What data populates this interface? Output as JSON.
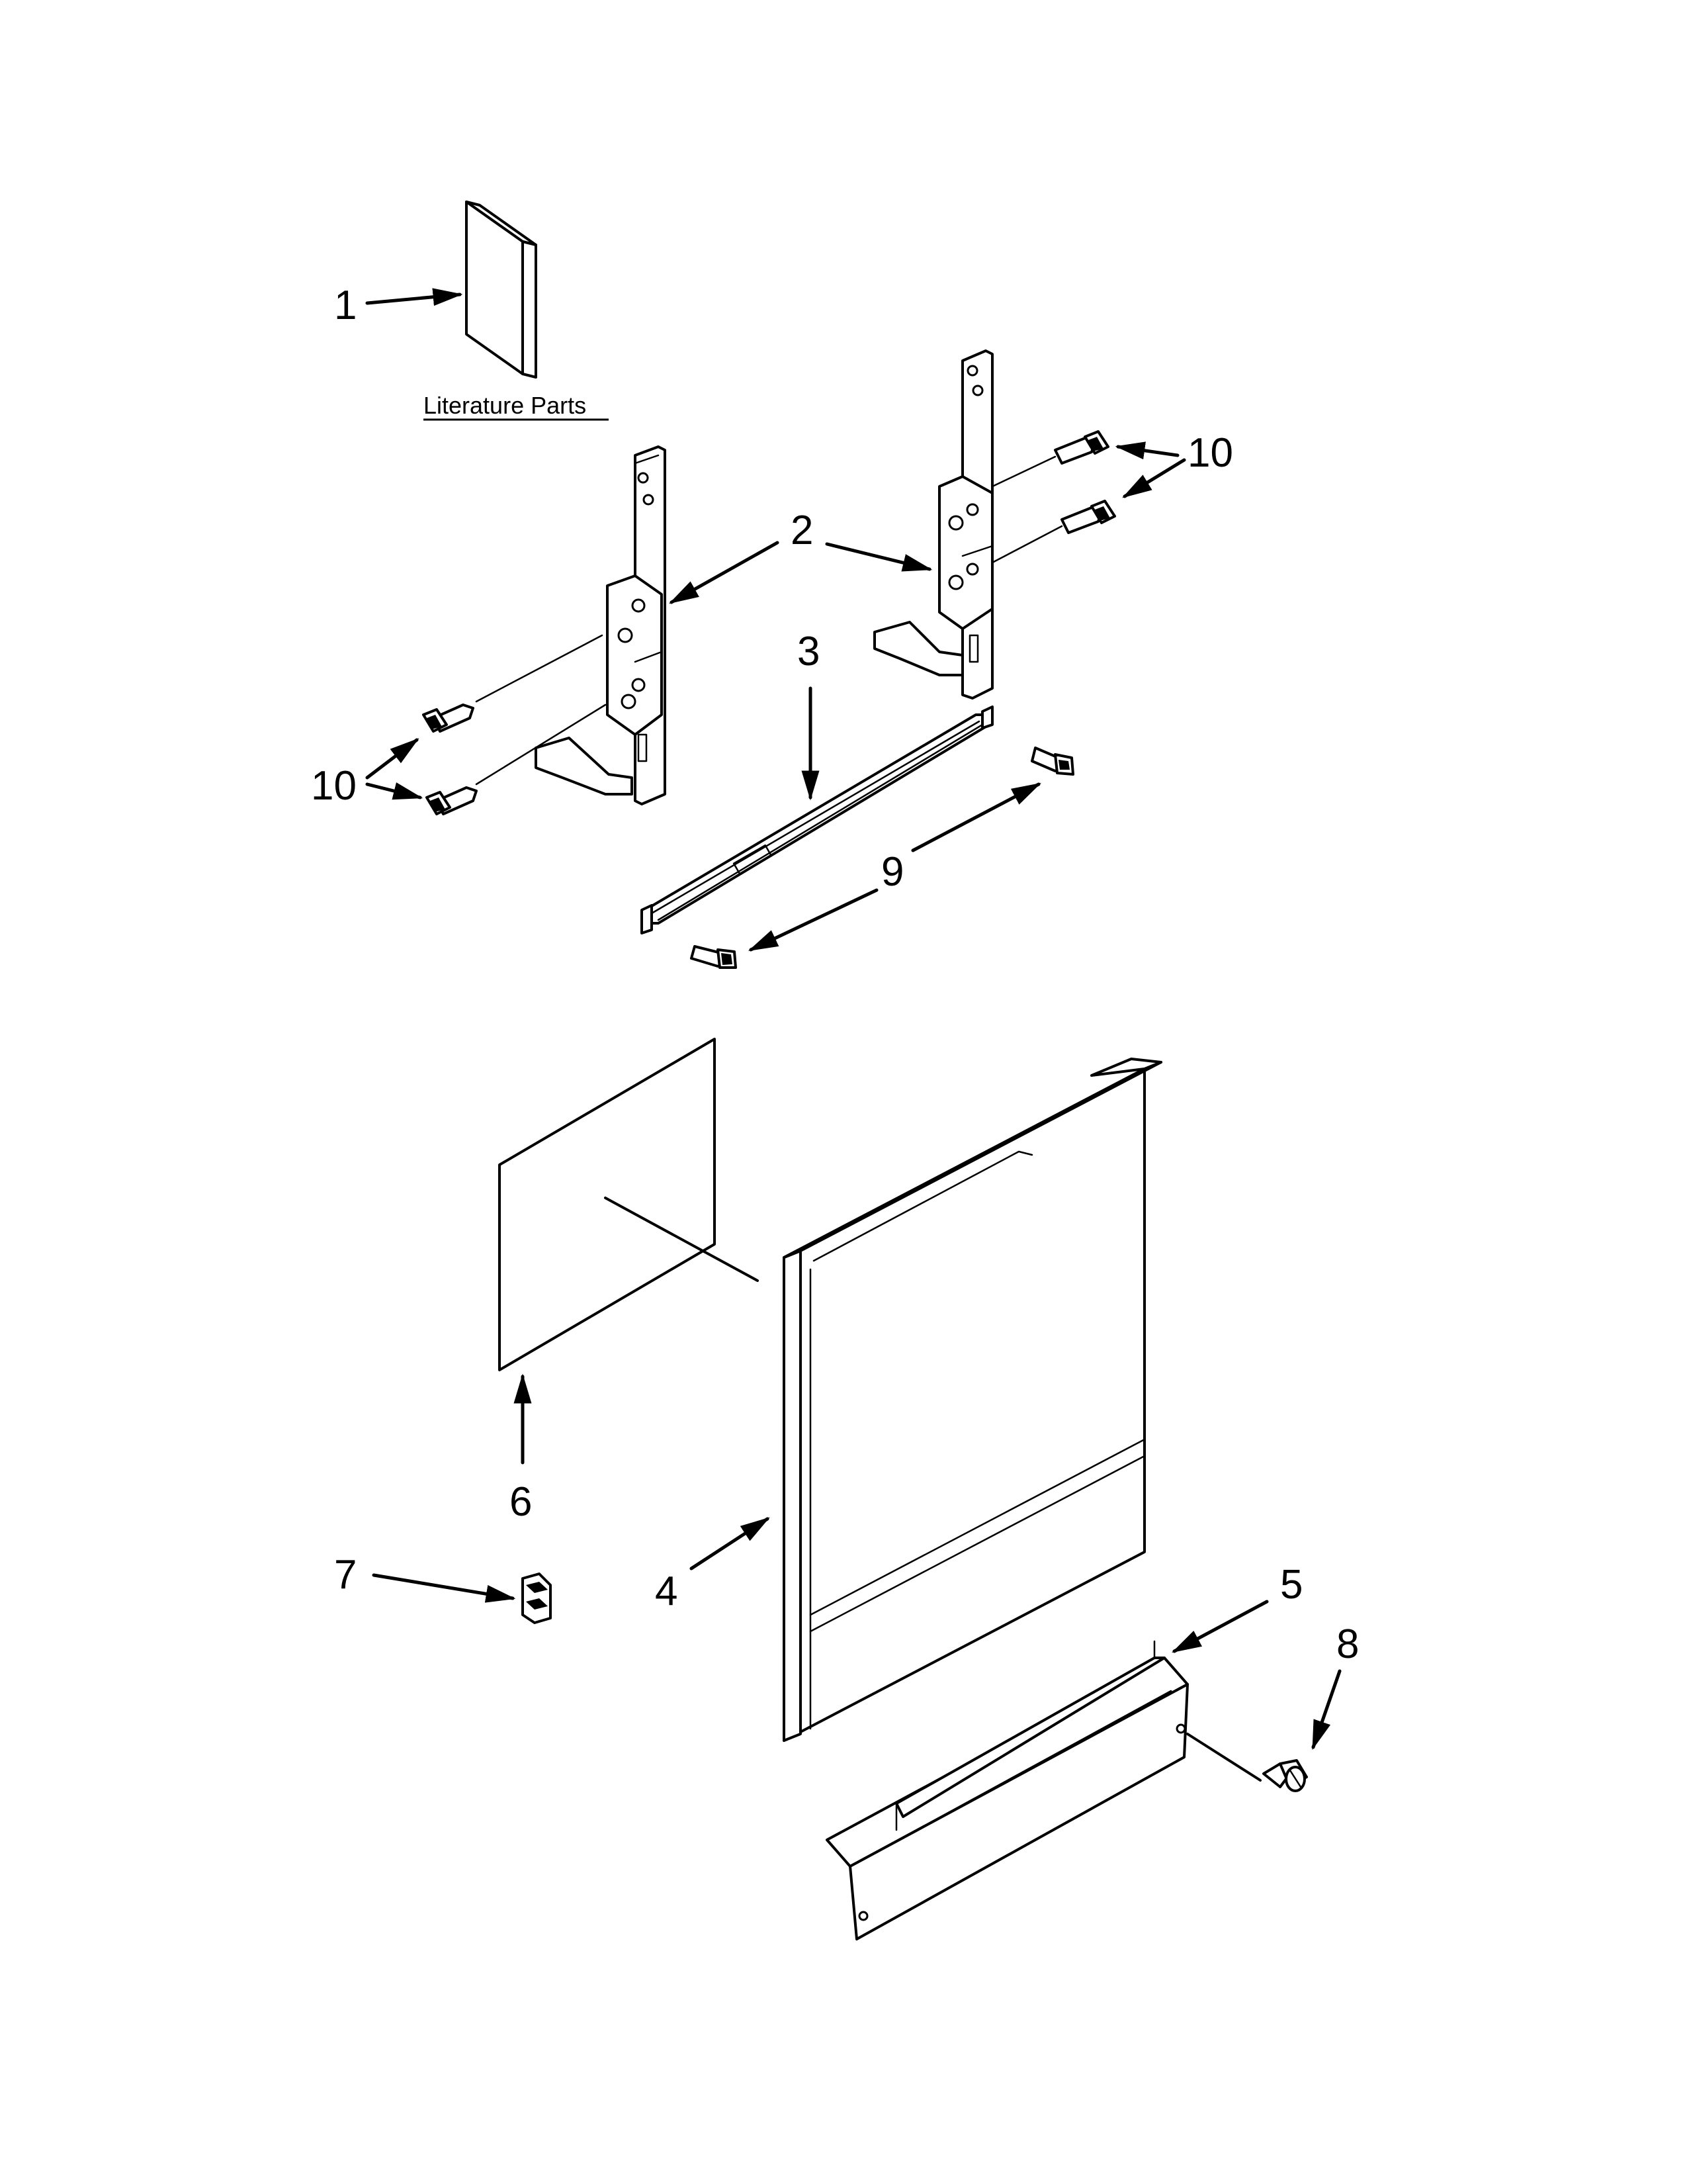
{
  "callouts": [
    {
      "id": "1",
      "label": "1"
    },
    {
      "id": "2",
      "label": "2"
    },
    {
      "id": "3",
      "label": "3"
    },
    {
      "id": "4",
      "label": "4"
    },
    {
      "id": "5",
      "label": "5"
    },
    {
      "id": "6",
      "label": "6"
    },
    {
      "id": "7",
      "label": "7"
    },
    {
      "id": "8",
      "label": "8"
    },
    {
      "id": "9",
      "label": "9"
    },
    {
      "id": "10a",
      "label": "10"
    },
    {
      "id": "10b",
      "label": "10"
    }
  ],
  "literature": {
    "caption": "Literature Parts"
  }
}
